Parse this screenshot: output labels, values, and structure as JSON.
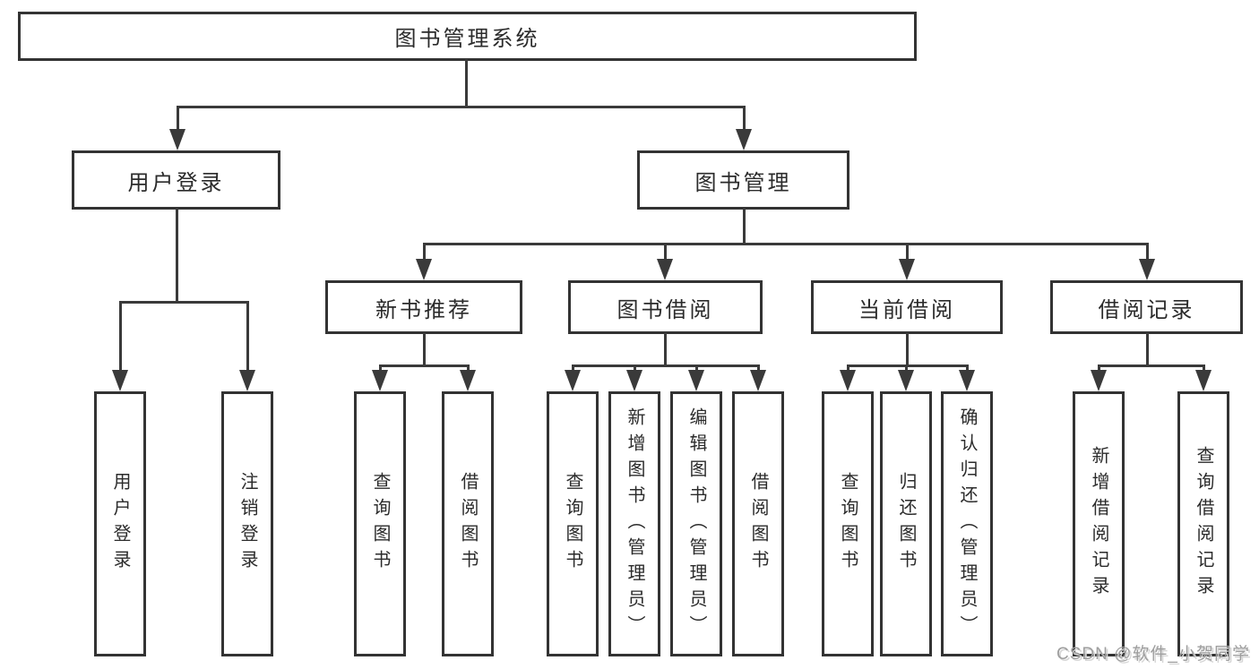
{
  "tree": {
    "root": {
      "label": "图书管理系统",
      "children": [
        {
          "label": "用户登录",
          "children": [
            {
              "label": "用户登录"
            },
            {
              "label": "注销登录"
            }
          ]
        },
        {
          "label": "图书管理",
          "children": [
            {
              "label": "新书推荐",
              "children": [
                {
                  "label": "查询图书"
                },
                {
                  "label": "借阅图书"
                }
              ]
            },
            {
              "label": "图书借阅",
              "children": [
                {
                  "label": "查询图书"
                },
                {
                  "label": "新增图书（管理员）"
                },
                {
                  "label": "编辑图书（管理员）"
                },
                {
                  "label": "借阅图书"
                }
              ]
            },
            {
              "label": "当前借阅",
              "children": [
                {
                  "label": "查询图书"
                },
                {
                  "label": "归还图书"
                },
                {
                  "label": "确认归还（管理员）"
                }
              ]
            },
            {
              "label": "借阅记录",
              "children": [
                {
                  "label": "新增借阅记录"
                },
                {
                  "label": "查询借阅记录"
                }
              ]
            }
          ]
        }
      ]
    }
  },
  "watermark": {
    "text": "CSDN @软件_小贺同学"
  },
  "colors": {
    "background": "#ffffff",
    "box_border": "#333333",
    "connector_line": "#3a3a3a",
    "text": "#2b2b2b",
    "watermark_text": "#9e9e9e",
    "watermark_shadow": "#d6d6d6"
  }
}
